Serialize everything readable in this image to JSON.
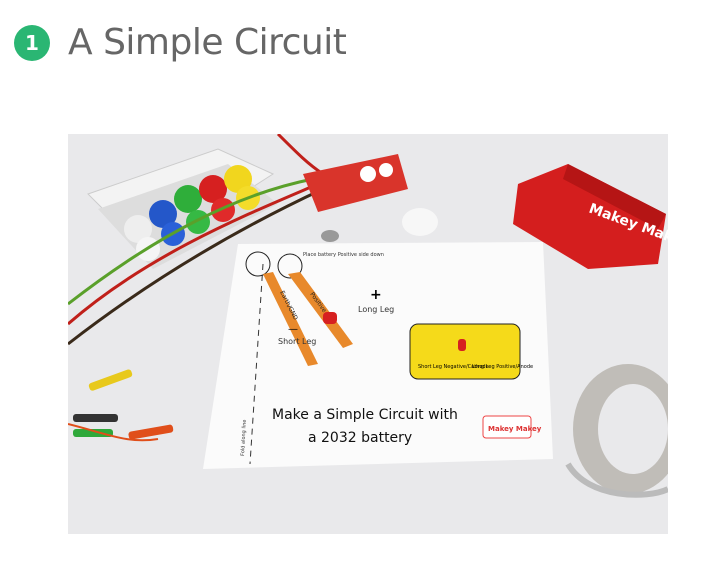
{
  "step": {
    "number": "1",
    "title": "A Simple Circuit",
    "badge_color": "#2ab673"
  },
  "photo": {
    "sheet_title_line1": "Make a Simple Circuit with",
    "sheet_title_line2": "a 2032 battery",
    "long_leg": "Long Leg",
    "short_leg": "Short Leg",
    "plus": "+",
    "minus": "—",
    "positive": "Positive",
    "ground": "Earth/GND",
    "place_battery": "Place battery Positive side down",
    "fold": "Fold along line",
    "legend_short": "Short Leg Negative/Cathode",
    "legend_long": "Long Leg Positive/Anode",
    "logo": "Makey Makey",
    "box_logo": "Makey Makey"
  }
}
